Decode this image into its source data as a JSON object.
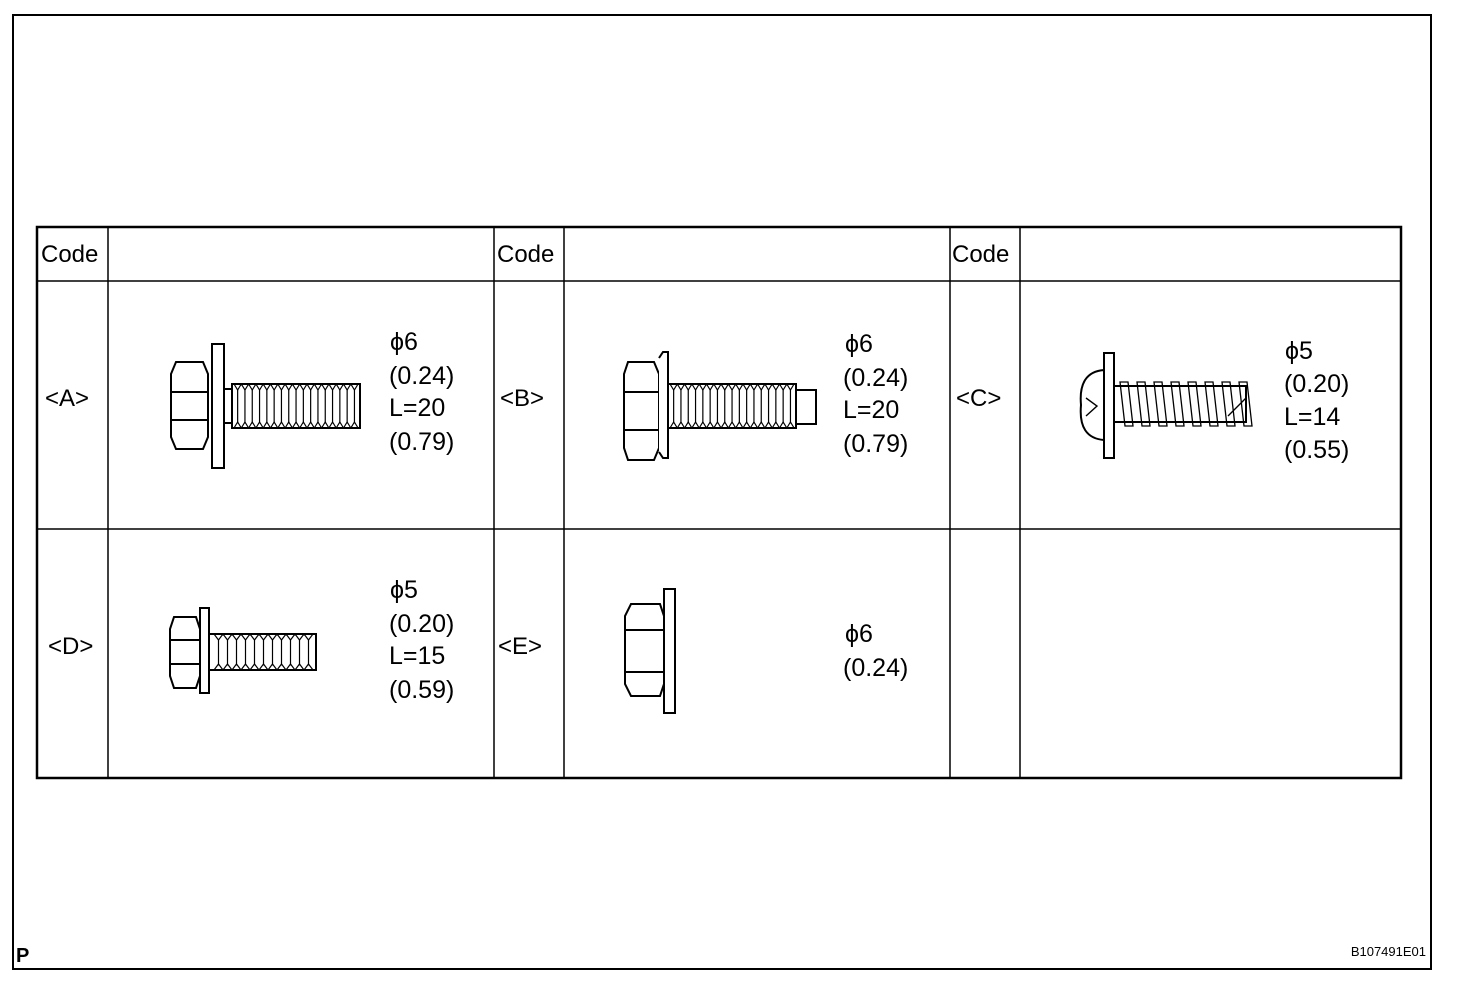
{
  "header": {
    "code_labels": [
      "Code",
      "Code",
      "Code"
    ]
  },
  "parts": [
    {
      "code": "<A>",
      "spec": [
        "ϕ6",
        "(0.24)",
        "L=20",
        "(0.79)"
      ],
      "icon": "hex-bolt-with-washer-icon"
    },
    {
      "code": "<B>",
      "spec": [
        "ϕ6",
        "(0.24)",
        "L=20",
        "(0.79)"
      ],
      "icon": "flange-bolt-icon"
    },
    {
      "code": "<C>",
      "spec": [
        "ϕ5",
        "(0.20)",
        "L=14",
        "(0.55)"
      ],
      "icon": "pan-head-tapping-screw-icon"
    },
    {
      "code": "<D>",
      "spec": [
        "ϕ5",
        "(0.20)",
        "L=15",
        "(0.59)"
      ],
      "icon": "hex-tapping-screw-with-washer-icon"
    },
    {
      "code": "<E>",
      "spec": [
        "ϕ6",
        "(0.24)"
      ],
      "icon": "flange-nut-icon"
    }
  ],
  "footer": {
    "corner_mark": "P",
    "ref_id": "B107491E01"
  }
}
